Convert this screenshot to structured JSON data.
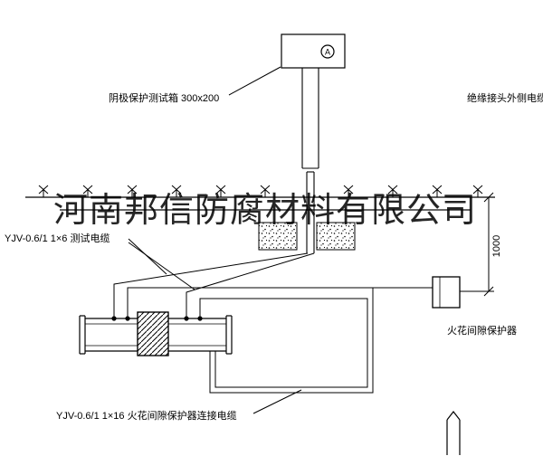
{
  "watermark": "河南邦信防腐材料有限公司",
  "labels": {
    "test_box": "阴极保护测试箱 300x200",
    "outer_cable": "绝缘接头外侧电缆",
    "test_cable": "YJV-0.6/1 1×6  测试电缆",
    "spark_protector": "火花间隙保护器",
    "spark_cable": "YJV-0.6/1 1×16  火花间隙保护器连接电缆",
    "dimension": "1000",
    "meter": "A"
  },
  "colors": {
    "ink": "#000000",
    "paper": "#ffffff"
  }
}
